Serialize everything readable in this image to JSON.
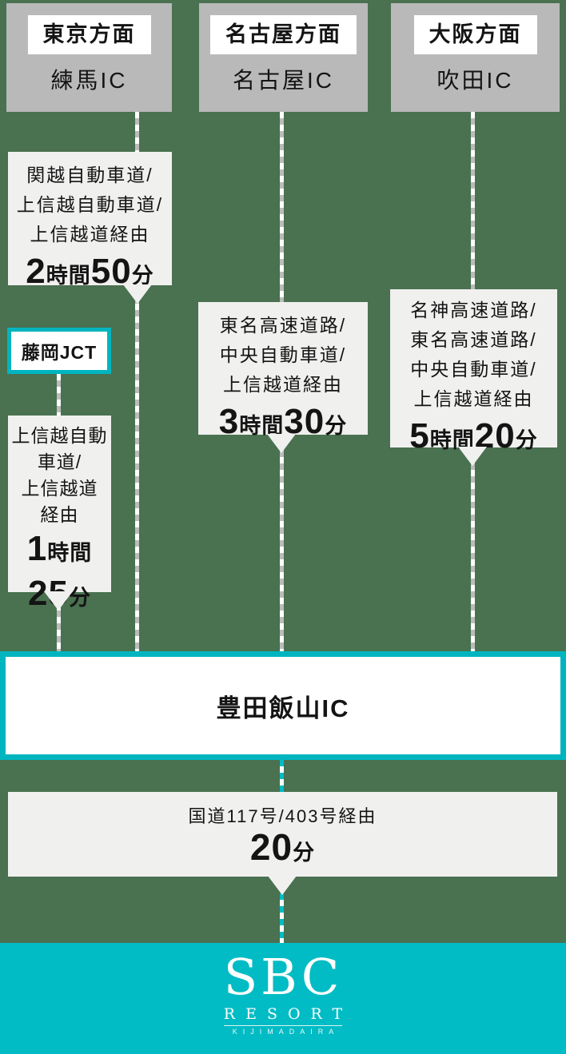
{
  "palette": {
    "background_green": "#4a7150",
    "header_gray": "#b9b9b9",
    "panel_gray": "#f0f0ef",
    "teal_border": "#00b5bf",
    "footer_teal": "#01bcc4",
    "dash_gray": "#bcbcbc",
    "text_black": "#141414"
  },
  "columns": [
    {
      "direction_label": "東京方面",
      "ic_label": "練馬IC",
      "routes": [
        {
          "via_lines": [
            "関越自動車道/",
            "上信越自動車道/",
            "上信越道経由"
          ],
          "duration": [
            {
              "t": "2",
              "big": true
            },
            {
              "t": "時間"
            },
            {
              "t": "50",
              "big": true
            },
            {
              "t": "分"
            }
          ]
        },
        {
          "junction": "藤岡JCT",
          "via_lines": [
            "上信越自動",
            "車道/",
            "上信越道",
            "経由"
          ],
          "duration": [
            {
              "t": "1",
              "big": true
            },
            {
              "t": "時間"
            },
            {
              "br": true
            },
            {
              "t": "25",
              "big": true
            },
            {
              "t": "分"
            }
          ]
        }
      ]
    },
    {
      "direction_label": "名古屋方面",
      "ic_label": "名古屋IC",
      "routes": [
        {
          "via_lines": [
            "東名高速道路/",
            "中央自動車道/",
            "上信越道経由"
          ],
          "duration": [
            {
              "t": "3",
              "big": true
            },
            {
              "t": "時間"
            },
            {
              "t": "30",
              "big": true
            },
            {
              "t": "分"
            }
          ]
        }
      ]
    },
    {
      "direction_label": "大阪方面",
      "ic_label": "吹田IC",
      "routes": [
        {
          "via_lines": [
            "名神高速道路/",
            "東名高速道路/",
            "中央自動車道/",
            "上信越道経由"
          ],
          "duration": [
            {
              "t": "5",
              "big": true
            },
            {
              "t": "時間"
            },
            {
              "t": "20",
              "big": true
            },
            {
              "t": "分"
            }
          ]
        }
      ]
    }
  ],
  "destination_ic": "豊田飯山IC",
  "final_route": {
    "via": "国道117号/403号経由",
    "duration": [
      {
        "t": "20",
        "big": true
      },
      {
        "t": "分"
      }
    ]
  },
  "footer": {
    "brand": "SBC",
    "brand_sub": "RESORT",
    "brand_location": "KIJIMADAIRA"
  }
}
